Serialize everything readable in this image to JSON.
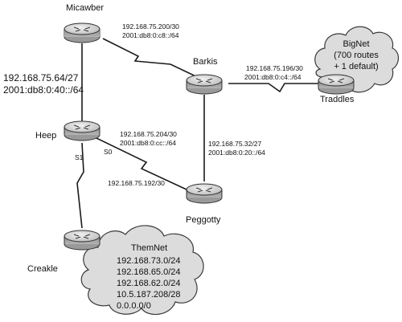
{
  "diagram": {
    "routers": {
      "micawber": "Micawber",
      "barkis": "Barkis",
      "traddles": "Traddles",
      "heep": "Heep",
      "peggotty": "Peggotty",
      "creakle": "Creakle"
    },
    "interfaces": {
      "heep_s1": "S1",
      "heep_s0": "S0"
    },
    "links": {
      "micawber_barkis": {
        "v4": "192.168.75.200/30",
        "v6": "2001:db8:0:c8::/64"
      },
      "barkis_traddles": {
        "v4": "192.168.75.196/30",
        "v6": "2001:db8:0:c4::/64"
      },
      "micawber_heep": {
        "v4": "192.168.75.64/27",
        "v6": "2001:db8:0:40::/64"
      },
      "heep_peggotty": {
        "v4": "192.168.75.204/30",
        "v6": "2001:db8:0:cc::/64"
      },
      "barkis_peggotty": {
        "v4": "192.168.75.32/27",
        "v6": "2001:db8:0:20::/64"
      },
      "heep_creakle": {
        "v4": "192.168.75.192/30"
      }
    },
    "bignet": {
      "title": "BigNet",
      "line1": "(700 routes",
      "line2": "+ 1 default)"
    },
    "themnet": {
      "title": "ThemNet",
      "routes": [
        "192.168.73.0/24",
        "192.168.65.0/24",
        "192.168.62.0/24",
        "10.5.187.208/28",
        "0.0.0.0/0"
      ]
    },
    "colors": {
      "router_body": "#9e9e9e",
      "router_top": "#d8d8d8",
      "cloud_fill": "#dcdcdc",
      "line": "#1a1a1a"
    }
  }
}
